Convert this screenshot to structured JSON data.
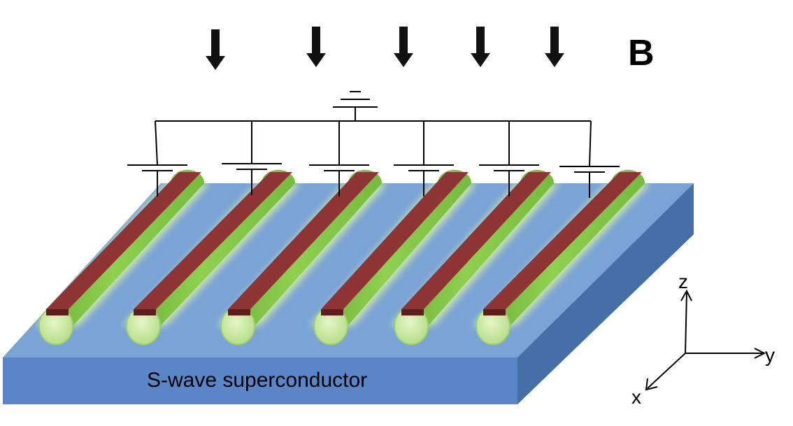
{
  "field_label": "B",
  "substrate_label": "S-wave superconductor",
  "axes": {
    "z": "z",
    "y": "y",
    "x": "x"
  },
  "colors": {
    "substrate_top": "#7aa3d6",
    "substrate_front": "#5a86c8",
    "substrate_side": "#456fa6",
    "wire_green": "#86c94a",
    "wire_glow": "#d9f0a8",
    "wire_end": "#c8e6a0",
    "gate_top": "#8e3434",
    "gate_side": "#5e1e1e",
    "line": "#000000"
  },
  "icons": [
    "down-arrow-icon",
    "ground-symbol-icon",
    "capacitor-icon"
  ],
  "nanowire_count": 6,
  "field_arrow_count": 5
}
